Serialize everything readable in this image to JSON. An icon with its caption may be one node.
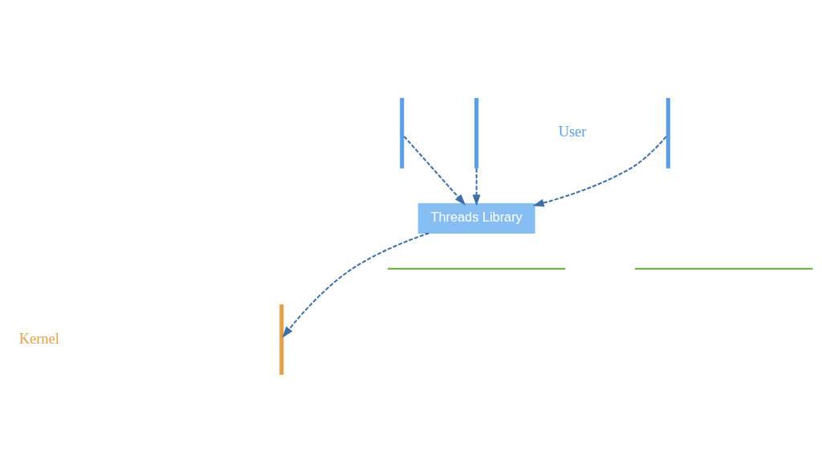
{
  "diagram": {
    "nodes": [
      {
        "text": [],
        "shape": "line"
      },
      {
        "text": [],
        "shape": "line"
      },
      {
        "text": [],
        "shape": "line"
      },
      {
        "text": [
          "Threads Library"
        ]
      },
      {
        "text": [],
        "shape": "line"
      }
    ],
    "edges": [
      {
        "from": 0,
        "to": 3,
        "arrow": "to",
        "style": "dashed"
      },
      {
        "from": 1,
        "to": 3,
        "arrow": "to",
        "style": "dashed"
      },
      {
        "from": 2,
        "to": 3,
        "arrow": "to",
        "style": "dashed"
      },
      {
        "from": 3,
        "to": 4,
        "arrow": "to",
        "style": "dashed"
      }
    ],
    "labels": [
      "User",
      "Kernel"
    ]
  }
}
